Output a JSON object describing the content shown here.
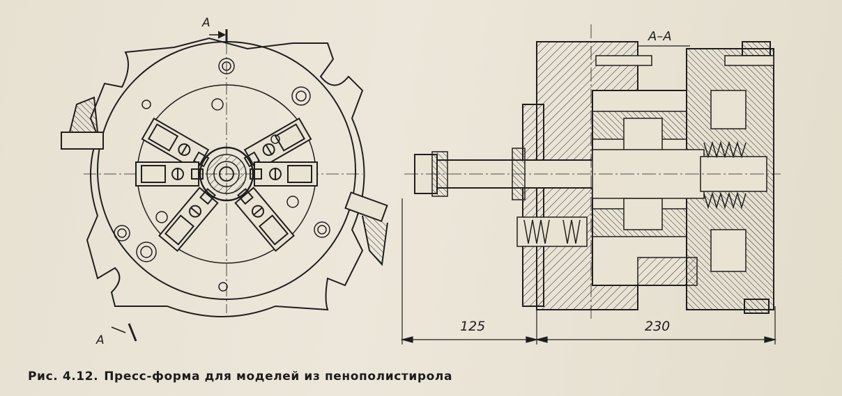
{
  "figure": {
    "caption_number": "Рис. 4.12.",
    "caption_text": "Пресс-форма для моделей из пенополистирола",
    "section_label": "А–А",
    "cut_mark_top": "А",
    "cut_mark_bottom": "А",
    "dimensions": {
      "left_length": "125",
      "right_length": "230"
    }
  },
  "colors": {
    "ink": "#1e1e1e",
    "paper": "#e9e3d3"
  }
}
